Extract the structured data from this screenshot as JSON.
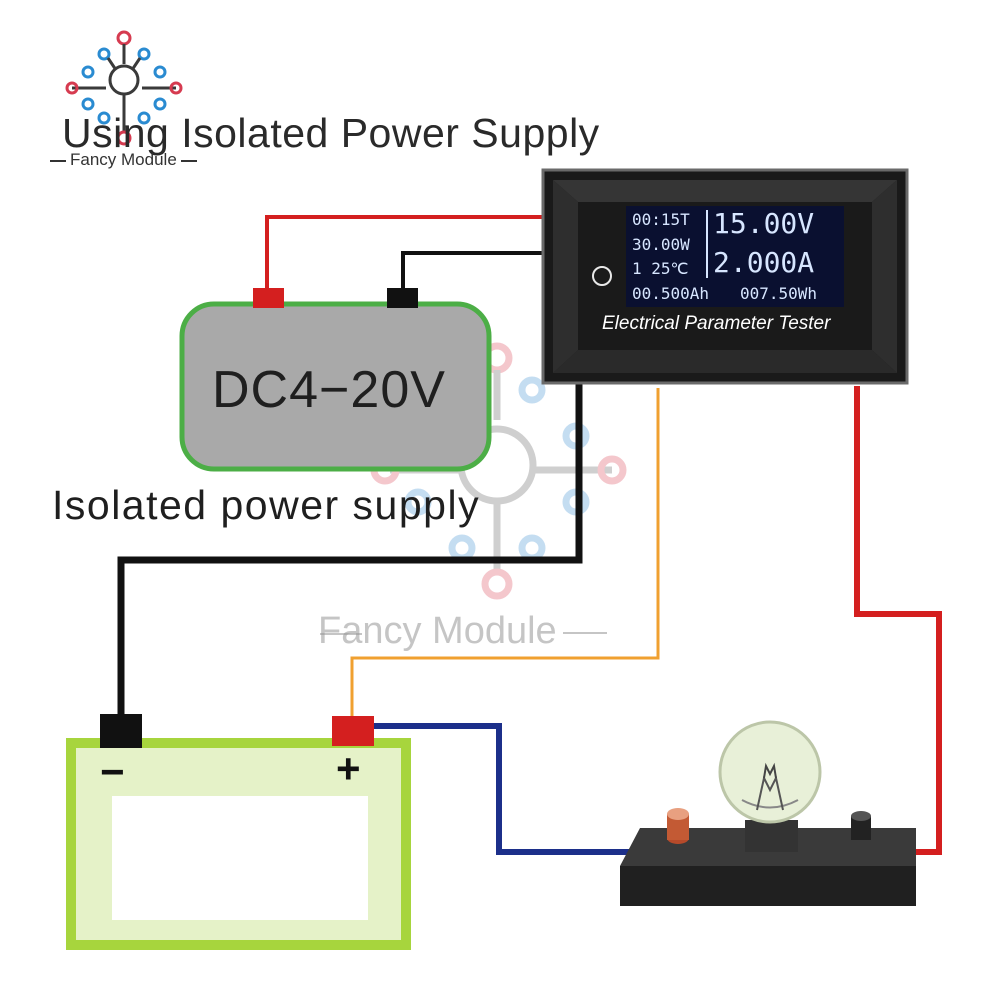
{
  "title": "Using Isolated Power Supply",
  "brand": "Fancy Module",
  "watermark": "Fancy Module",
  "power_supply": {
    "label": "DC4−20V",
    "caption": "Isolated  power supply"
  },
  "meter": {
    "label": "Electrical Parameter Tester",
    "readouts": {
      "time": "00:15T",
      "power": "30.00W",
      "temp": "1  25℃",
      "charge": "00.500Ah",
      "voltage": "15.00V",
      "current": "2.000A",
      "energy": "007.50Wh"
    }
  },
  "battery": {
    "minus": "−",
    "plus": "+"
  },
  "colors": {
    "red_wire": "#d41f1f",
    "black_wire": "#111111",
    "orange_wire": "#f0a030",
    "blue_wire": "#1c2f8a",
    "psu_fill": "#a9a9a9",
    "psu_border": "#4cae46",
    "battery_border": "#a7d53d",
    "meter_body": "#1a1a1a",
    "lcd_bg": "#0a1030",
    "lcd_text": "#d7e6ff"
  },
  "icons": [
    "circuit-logo-icon",
    "power-button-icon",
    "light-bulb-icon"
  ]
}
